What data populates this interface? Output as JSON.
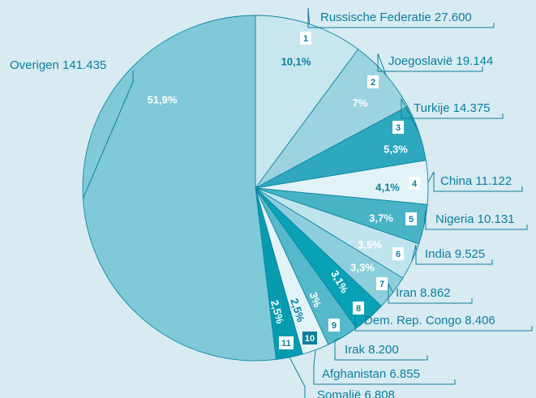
{
  "chart_data": {
    "type": "pie",
    "title": "",
    "slices": [
      {
        "rank": "1",
        "name": "Russische Federatie 27.600",
        "value": 27600,
        "pct": "10,1%",
        "color": "#c7e6ee"
      },
      {
        "rank": "2",
        "name": "Joegoslavië 19.144",
        "value": 19144,
        "pct": "7%",
        "color": "#9cd3e1"
      },
      {
        "rank": "3",
        "name": "Turkije 14.375",
        "value": 14375,
        "pct": "5,3%",
        "color": "#2fa8bf"
      },
      {
        "rank": "4",
        "name": "China 11.122",
        "value": 11122,
        "pct": "4,1%",
        "color": "#e2f3f7"
      },
      {
        "rank": "5",
        "name": "Nigeria 10.131",
        "value": 10131,
        "pct": "3,7%",
        "color": "#48b3c6"
      },
      {
        "rank": "6",
        "name": "India 9.525",
        "value": 9525,
        "pct": "3,5%",
        "color": "#c0e4ed"
      },
      {
        "rank": "7",
        "name": "Iran 8.862",
        "value": 8862,
        "pct": "3,3%",
        "color": "#8dcedd"
      },
      {
        "rank": "8",
        "name": "Dem. Rep. Congo 8.406",
        "value": 8406,
        "pct": "3,1%",
        "color": "#08a1b5"
      },
      {
        "rank": "9",
        "name": "Irak 8.200",
        "value": 8200,
        "pct": "3%",
        "color": "#55b8cb"
      },
      {
        "rank": "10",
        "name": "Afghanistan 6.855",
        "value": 6855,
        "pct": "2,5%",
        "color": "#e2f3f7"
      },
      {
        "rank": "11",
        "name": "Somalië 6.808",
        "value": 6808,
        "pct": "2,5%",
        "color": "#079bb0"
      },
      {
        "rank": "",
        "name": "Overigen 141.435",
        "value": 141435,
        "pct": "51,9%",
        "color": "#7fc9d9"
      }
    ]
  }
}
